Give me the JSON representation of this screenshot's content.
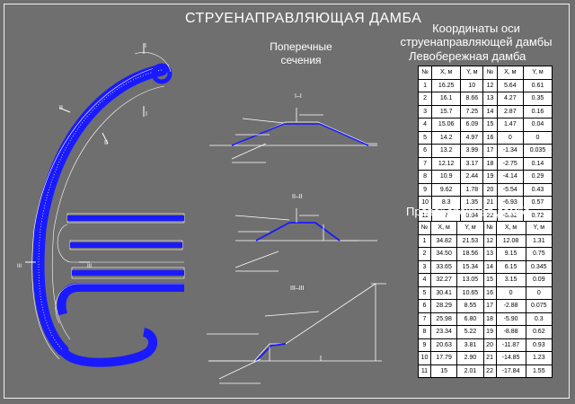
{
  "title": "СТРУЕНАПРАВЛЯЮЩАЯ ДАМБА",
  "cross_sections": {
    "heading": "Поперечные сечения",
    "section_labels": [
      "I–I",
      "II–II",
      "III–III"
    ],
    "plan_section_marks": [
      "I",
      "I",
      "II",
      "II",
      "III",
      "III"
    ]
  },
  "coords_heading": "Координаты оси струенаправляющей дамбы",
  "left_bank": {
    "title": "Левобережная дамба",
    "headers": [
      "№",
      "X, м",
      "Y, м",
      "№",
      "X, м",
      "Y, м"
    ],
    "rows": [
      [
        "1",
        "16.25",
        "10",
        "12",
        "5.64",
        "0.61"
      ],
      [
        "2",
        "16.1",
        "8.66",
        "13",
        "4.27",
        "0.35"
      ],
      [
        "3",
        "15.7",
        "7.25",
        "14",
        "2.87",
        "0.16"
      ],
      [
        "4",
        "15.06",
        "6.09",
        "15",
        "1.47",
        "0.04"
      ],
      [
        "5",
        "14.2",
        "4.97",
        "16",
        "0",
        "0"
      ],
      [
        "6",
        "13.2",
        "3.99",
        "17",
        "-1.34",
        "0.035"
      ],
      [
        "7",
        "12.12",
        "3.17",
        "18",
        "-2.75",
        "0.14"
      ],
      [
        "8",
        "10.9",
        "2.44",
        "19",
        "-4.14",
        "0.29"
      ],
      [
        "9",
        "9.62",
        "1.78",
        "20",
        "-5.54",
        "0.43"
      ],
      [
        "10",
        "8.3",
        "1.35",
        "21",
        "-6.93",
        "0.57"
      ],
      [
        "11",
        "7",
        "0.94",
        "22",
        "-8.32",
        "0.72"
      ]
    ]
  },
  "right_bank": {
    "title": "Правобережная дамба",
    "headers": [
      "№",
      "X, м",
      "Y, м",
      "№",
      "X, м",
      "Y, м"
    ],
    "rows": [
      [
        "1",
        "34.82",
        "21.53",
        "12",
        "12.08",
        "1.31"
      ],
      [
        "2",
        "34.50",
        "18.56",
        "13",
        "9.15",
        "0.75"
      ],
      [
        "3",
        "33.65",
        "15.34",
        "14",
        "6.15",
        "0.345"
      ],
      [
        "4",
        "32.27",
        "13.05",
        "15",
        "3.15",
        "0.09"
      ],
      [
        "5",
        "30.41",
        "10.65",
        "16",
        "0",
        "0"
      ],
      [
        "6",
        "28.29",
        "8.55",
        "17",
        "-2.88",
        "0.075"
      ],
      [
        "7",
        "25.98",
        "6.80",
        "18",
        "-5.90",
        "0.3"
      ],
      [
        "8",
        "23.34",
        "5.22",
        "19",
        "-8.88",
        "0.62"
      ],
      [
        "9",
        "20.63",
        "3.81",
        "20",
        "-11.87",
        "0.93"
      ],
      [
        "10",
        "17.79",
        "2.90",
        "21",
        "-14.85",
        "1.23"
      ],
      [
        "11",
        "15",
        "2.01",
        "22",
        "-17.84",
        "1.55"
      ]
    ]
  },
  "colors": {
    "background": "#6f6f6f",
    "line_white": "#ffffff",
    "line_blue": "#1a1aff",
    "table_bg": "#ffffff"
  }
}
